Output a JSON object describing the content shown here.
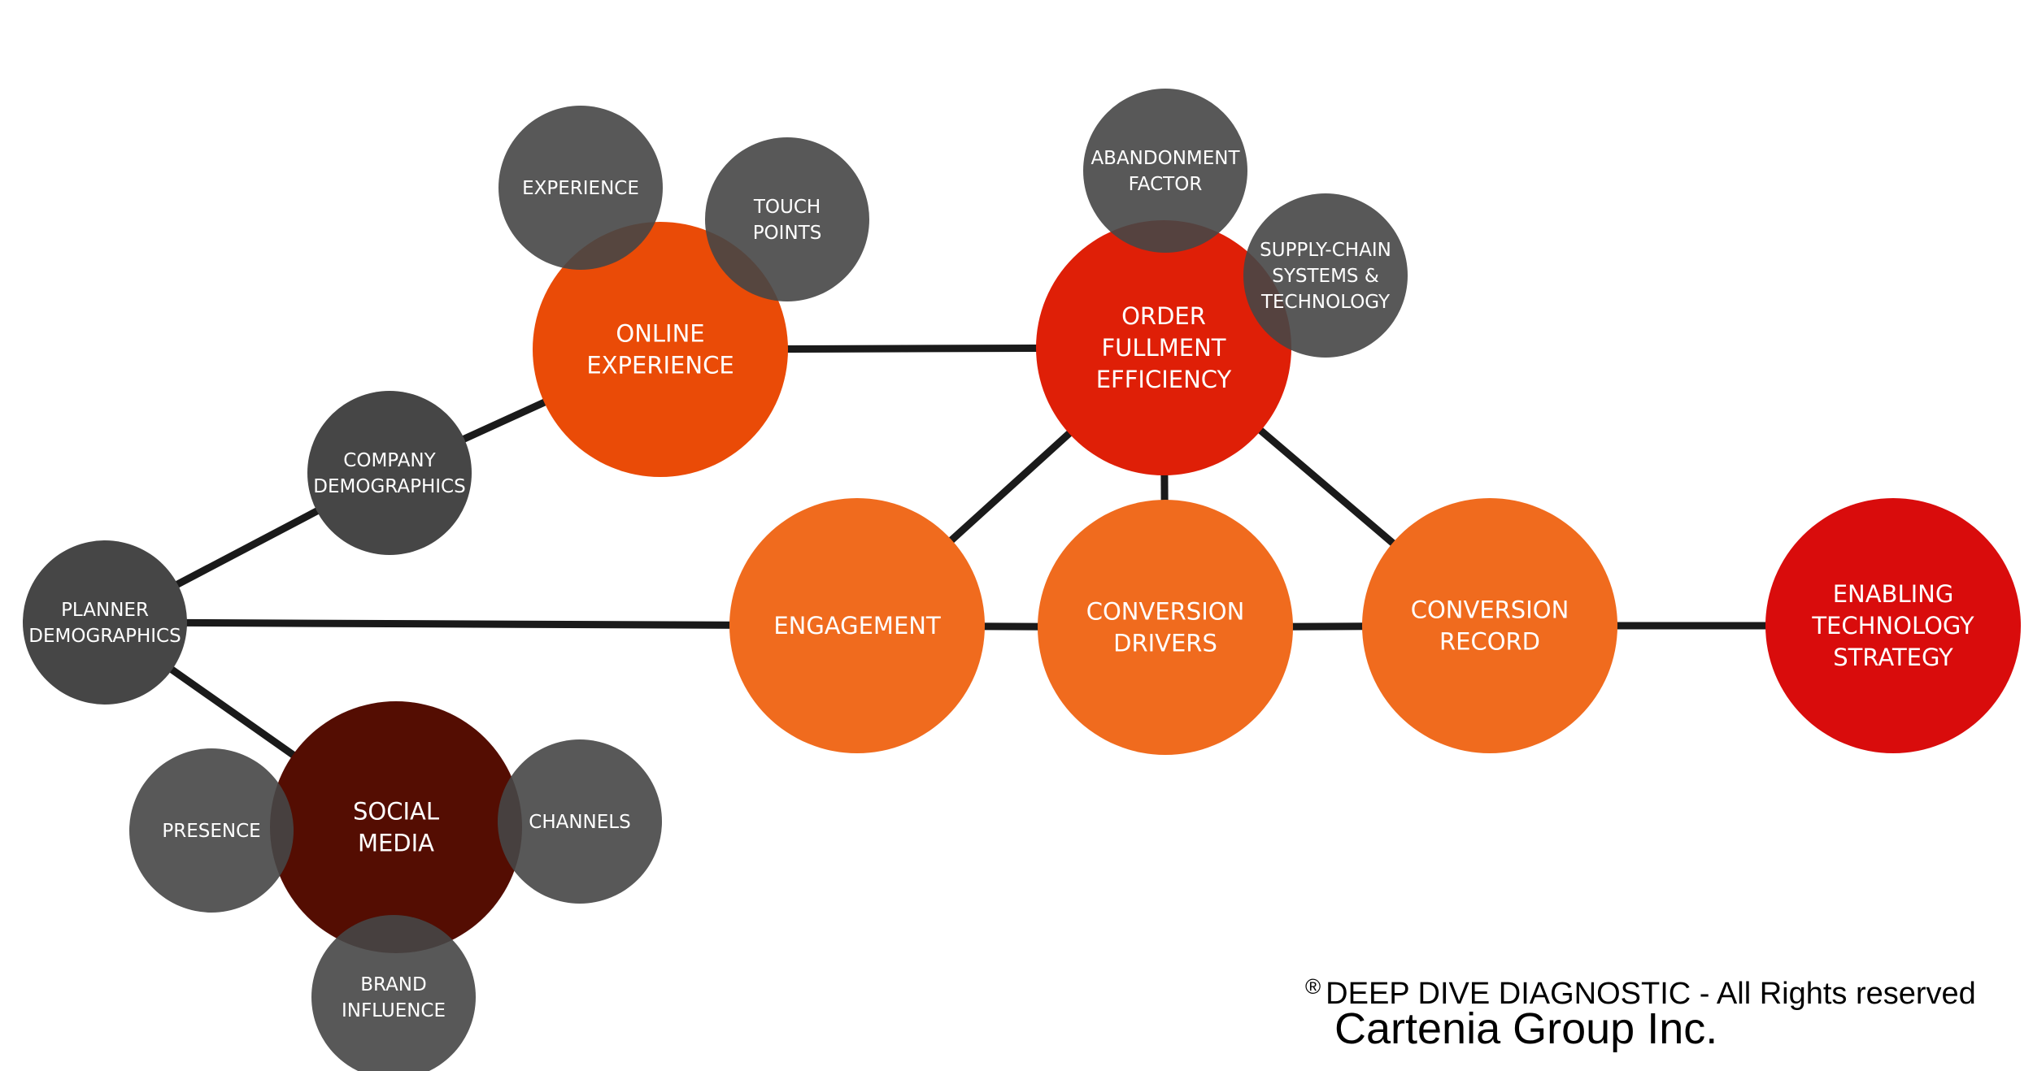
{
  "colors": {
    "gray": "#464646",
    "online": "#ea4b07",
    "order": "#df1f07",
    "orange": "#f06b1e",
    "enabling": "#d90c0c",
    "social": "#540d02",
    "edge": "#1a1a1a"
  },
  "nodes": {
    "planner_demographics": {
      "lines": [
        "PLANNER",
        "DEMOGRAPHICS"
      ]
    },
    "company_demographics": {
      "lines": [
        "COMPANY",
        "DEMOGRAPHICS"
      ]
    },
    "online_experience": {
      "lines": [
        "ONLINE",
        "EXPERIENCE"
      ]
    },
    "experience": {
      "lines": [
        "EXPERIENCE"
      ]
    },
    "touch_points": {
      "lines": [
        "TOUCH",
        "POINTS"
      ]
    },
    "order_fullment_efficiency": {
      "lines": [
        "ORDER",
        "FULLMENT",
        "EFFICIENCY"
      ]
    },
    "abandonment_factor": {
      "lines": [
        "ABANDONMENT",
        "FACTOR"
      ]
    },
    "supply_chain": {
      "lines": [
        "SUPPLY-CHAIN",
        "SYSTEMS &",
        "TECHNOLOGY"
      ]
    },
    "engagement": {
      "lines": [
        "ENGAGEMENT"
      ]
    },
    "conversion_drivers": {
      "lines": [
        "CONVERSION",
        "DRIVERS"
      ]
    },
    "conversion_record": {
      "lines": [
        "CONVERSION",
        "RECORD"
      ]
    },
    "enabling_technology_strategy": {
      "lines": [
        "ENABLING",
        "TECHNOLOGY",
        "STRATEGY"
      ]
    },
    "social_media": {
      "lines": [
        "SOCIAL",
        "MEDIA"
      ]
    },
    "presence": {
      "lines": [
        "PRESENCE"
      ]
    },
    "channels": {
      "lines": [
        "CHANNELS"
      ]
    },
    "brand_influence": {
      "lines": [
        "BRAND",
        "INFLUENCE"
      ]
    }
  },
  "edges": [
    [
      "planner_demographics",
      "company_demographics"
    ],
    [
      "company_demographics",
      "online_experience"
    ],
    [
      "online_experience",
      "order_fullment_efficiency"
    ],
    [
      "planner_demographics",
      "engagement"
    ],
    [
      "planner_demographics",
      "social_media"
    ],
    [
      "engagement",
      "conversion_drivers"
    ],
    [
      "conversion_drivers",
      "conversion_record"
    ],
    [
      "conversion_record",
      "enabling_technology_strategy"
    ],
    [
      "order_fullment_efficiency",
      "engagement"
    ],
    [
      "order_fullment_efficiency",
      "conversion_drivers"
    ],
    [
      "order_fullment_efficiency",
      "conversion_record"
    ]
  ],
  "footer": {
    "registered_mark": "®",
    "rights": "DEEP DIVE DIAGNOSTIC - All Rights reserved",
    "company": "Cartenia Group Inc."
  }
}
